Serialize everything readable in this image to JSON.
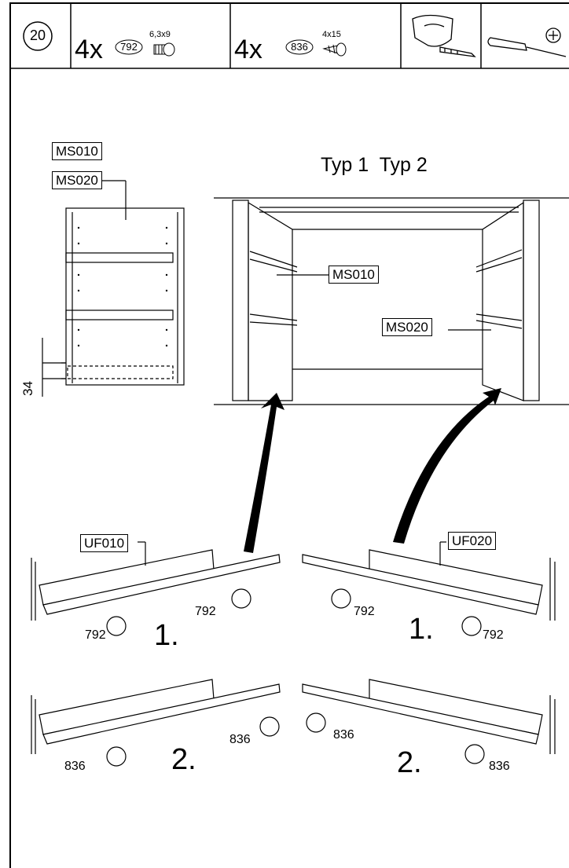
{
  "header": {
    "step_number": "20",
    "parts": [
      {
        "qty": "4x",
        "part_no": "792",
        "size": "6,3x9"
      },
      {
        "qty": "4x",
        "part_no": "836",
        "size": "4x15"
      }
    ],
    "tools": [
      "drill-attachment-icon",
      "phillips-screwdriver-icon"
    ]
  },
  "cabinet_labels": [
    "MS010",
    "MS020"
  ],
  "dimension": "34",
  "types": "Typ 1  Typ 2",
  "interior_labels": {
    "left": "MS010",
    "right": "MS020"
  },
  "rails": {
    "left": "UF010",
    "right": "UF020"
  },
  "screw_callouts": {
    "step1": "792",
    "step2": "836"
  },
  "steps": [
    "1.",
    "2."
  ]
}
